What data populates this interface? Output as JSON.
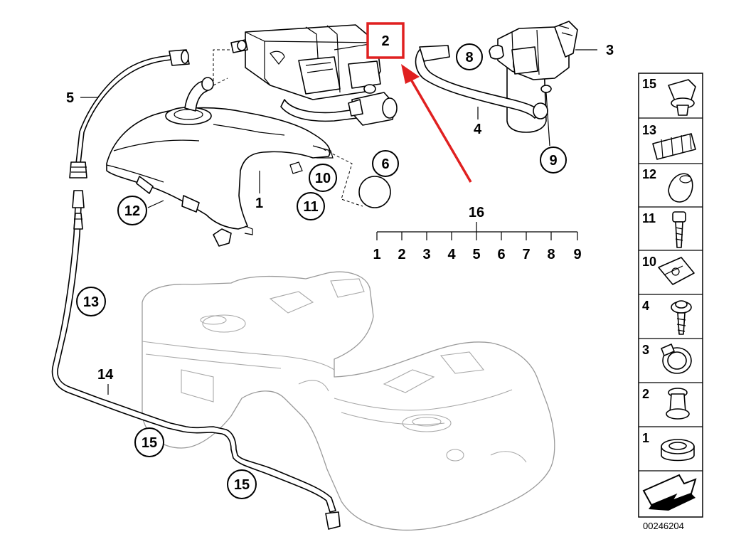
{
  "diagram_id": "00246204",
  "highlight": {
    "part_label": "2",
    "box_color": "#e02020",
    "arrow_color": "#e02020"
  },
  "callouts": {
    "c1": "1",
    "c2": "2",
    "c3": "3",
    "c4": "4",
    "c5": "5",
    "c14": "14",
    "c16": "16"
  },
  "circled_callouts": {
    "c6": "6",
    "c8": "8",
    "c9": "9",
    "c10": "10",
    "c11": "11",
    "c12": "12",
    "c13": "13",
    "c15a": "15",
    "c15b": "15"
  },
  "kit_breakdown": {
    "parent": "16",
    "children": [
      "1",
      "2",
      "3",
      "4",
      "5",
      "6",
      "7",
      "8",
      "9"
    ]
  },
  "parts_panel": [
    {
      "label": "15",
      "icon": "push-clip-icon"
    },
    {
      "label": "13",
      "icon": "line-clip-icon"
    },
    {
      "label": "12",
      "icon": "grommet-cone-icon"
    },
    {
      "label": "11",
      "icon": "hex-bolt-icon"
    },
    {
      "label": "10",
      "icon": "spring-nut-icon"
    },
    {
      "label": "4",
      "icon": "screw-washer-icon"
    },
    {
      "label": "3",
      "icon": "hose-clamp-icon"
    },
    {
      "label": "2",
      "icon": "grommet-sleeve-icon"
    },
    {
      "label": "1",
      "icon": "rubber-ring-icon"
    }
  ],
  "direction_icon": "front-direction-arrow-icon"
}
